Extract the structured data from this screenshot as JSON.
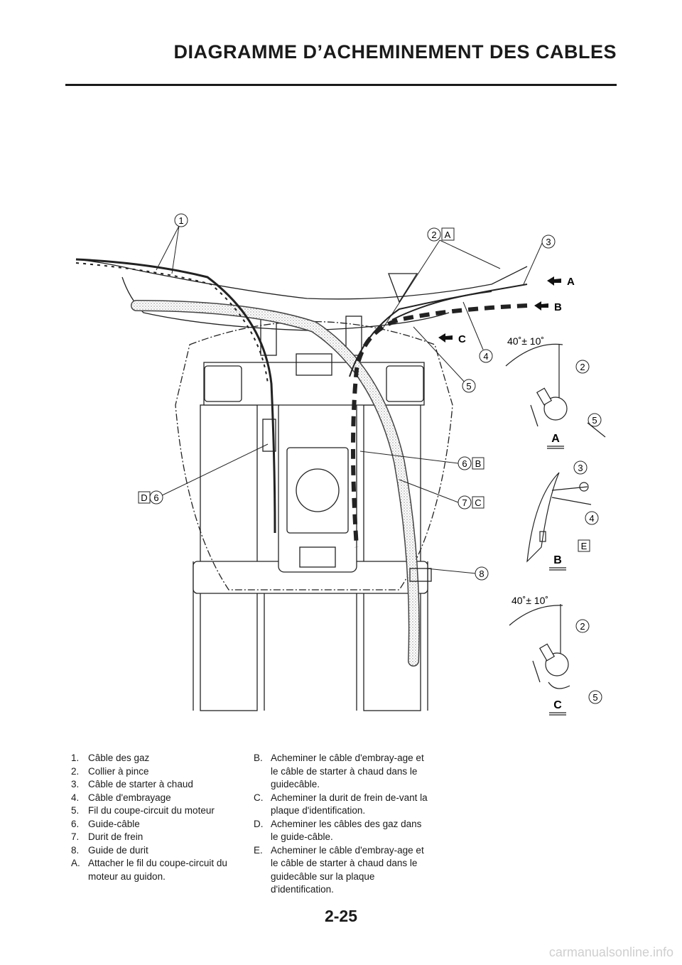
{
  "header": {
    "title": "DIAGRAMME D’ACHEMINEMENT DES CABLES"
  },
  "callouts": {
    "n1": "1",
    "n2": "2",
    "n3": "3",
    "n4": "4",
    "n5": "5",
    "n6": "6",
    "n7": "7",
    "n8": "8",
    "A": "A",
    "B": "B",
    "C": "C",
    "D": "D",
    "E": "E",
    "angle": "40˚± 10˚"
  },
  "legend": {
    "left": [
      {
        "k": "1.",
        "t": "Câble des gaz"
      },
      {
        "k": "2.",
        "t": "Collier à pince"
      },
      {
        "k": "3.",
        "t": "Câble de starter à chaud"
      },
      {
        "k": "4.",
        "t": "Câble d'embrayage"
      },
      {
        "k": "5.",
        "t": "Fil du coupe-circuit du moteur"
      },
      {
        "k": "6.",
        "t": "Guide-câble"
      },
      {
        "k": "7.",
        "t": "Durit de frein"
      },
      {
        "k": "8.",
        "t": "Guide de durit"
      },
      {
        "k": "A.",
        "t": "Attacher le fil du coupe-circuit du moteur au guidon."
      }
    ],
    "right": [
      {
        "k": "B.",
        "t": "Acheminer le câble d'embray-age et le câble de starter à chaud dans le guidecâble."
      },
      {
        "k": "C.",
        "t": "Acheminer la durit de frein de-vant la plaque d'identification."
      },
      {
        "k": "D.",
        "t": "Acheminer les câbles des gaz dans le guide-câble."
      },
      {
        "k": "E.",
        "t": "Acheminer le câble d'embray-age et le câble de starter à chaud dans le guidecâble sur la plaque d'identification."
      }
    ]
  },
  "page_number": "2-25",
  "watermark": "carmanualsonline.info"
}
